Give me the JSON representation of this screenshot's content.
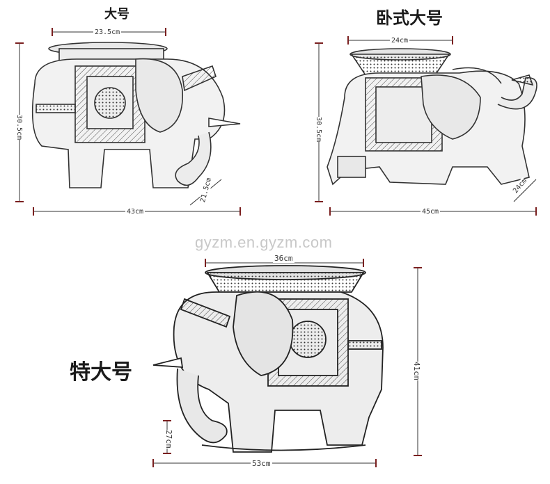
{
  "panels": {
    "large": {
      "title": "大号",
      "width_top": "23.5cm",
      "height": "30.5cm",
      "width_bottom": "43cm",
      "depth": "21.5cm"
    },
    "lying_large": {
      "title": "卧式大号",
      "width_top": "24cm",
      "height": "30.5cm",
      "width_bottom": "45cm",
      "depth": "24cm"
    },
    "extra_large": {
      "title": "特大号",
      "width_top": "36cm",
      "height": "41cm",
      "width_bottom": "53cm",
      "depth": "27cm"
    }
  },
  "watermark": "gyzm.en.gyzm.com",
  "colors": {
    "line": "#333333",
    "tick": "#7a1f1f",
    "watermark": "#c8c8c8"
  }
}
